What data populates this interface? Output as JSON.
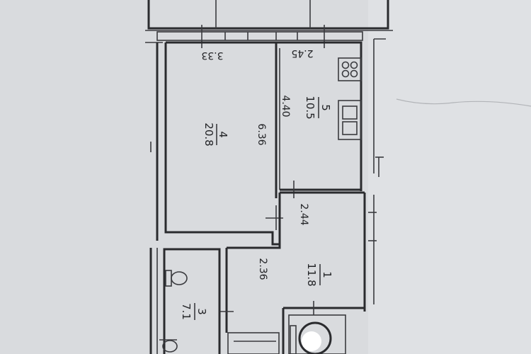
{
  "rooms": [
    {
      "number": "4",
      "area": "20.8"
    },
    {
      "number": "5",
      "area": "10.5"
    },
    {
      "number": "1",
      "area": "11.8"
    },
    {
      "number": "3",
      "area": "7.1"
    }
  ],
  "dimensions": {
    "room4_width": "3.33",
    "room4_length": "6.36",
    "room5_width": "2.45",
    "room5_length": "4.40",
    "hall_width": "2.44",
    "hall_length": "2.36"
  }
}
